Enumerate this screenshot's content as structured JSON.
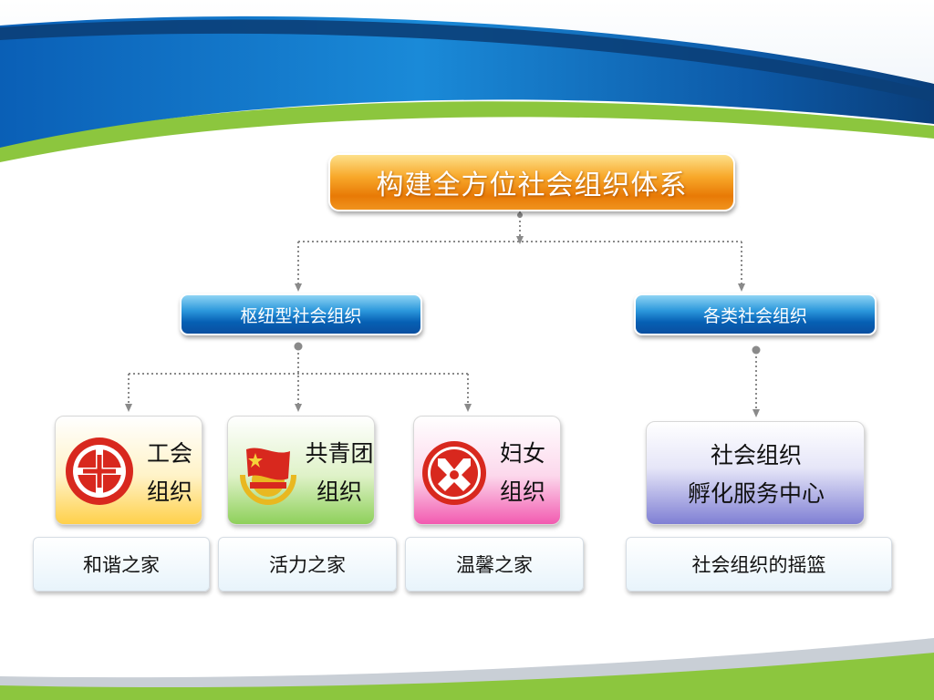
{
  "diagram": {
    "root": {
      "label": "构建全方位社会组织体系"
    },
    "branches": [
      {
        "label": "枢纽型社会组织"
      },
      {
        "label": "各类社会组织"
      }
    ],
    "orgs": [
      {
        "line1": "工会",
        "line2": "组织",
        "home": "和谐之家",
        "emblem": "trade-union-emblem"
      },
      {
        "line1": "共青团",
        "line2": "组织",
        "home": "活力之家",
        "emblem": "youth-league-emblem"
      },
      {
        "line1": "妇女",
        "line2": "组织",
        "home": "温馨之家",
        "emblem": "womens-federation-emblem"
      },
      {
        "line1": "社会组织",
        "line2": "孵化服务中心",
        "home": "社会组织的摇篮"
      }
    ]
  },
  "colors": {
    "header_blue": "#0a62b8",
    "header_green": "#8cc63e",
    "root_orange": "#f08a12",
    "branch_blue": "#0a62b8",
    "emblem_red": "#d8281e"
  }
}
